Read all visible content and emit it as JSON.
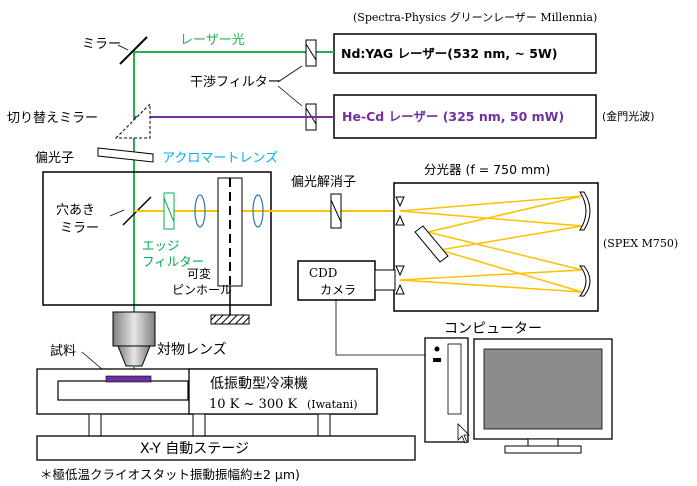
{
  "labels": {
    "spectra_header": "(Spectra-Physics グリーンレーザー Millennia)",
    "mirror_top": "ミラー",
    "laser_light": "レーザー光",
    "nd_yag": "Nd:YAG レーザー(532 nm, ~ 5W)",
    "interference_filter": "干渉フィルター",
    "switch_mirror": "切り替えミラー",
    "he_cd": "He-Cd レーザー (325 nm, 50 mW)",
    "kinmon": "(金門光波)",
    "polarizer": "偏光子",
    "achromat_lens": "アクロマートレンズ",
    "depolarizer": "偏光解消子",
    "spectrometer": "分光器 (f = 750 mm)",
    "spex": "(SPEX M750)",
    "pierced_mirror_1": "穴あき",
    "pierced_mirror_2": "ミラー",
    "edge_filter_1": "エッジ",
    "edge_filter_2": "フィルター",
    "pinhole_1": "可変",
    "pinhole_2": "ピンホール",
    "ccd": "CDD",
    "camera": "カメラ",
    "computer": "コンピューター",
    "sample": "試料",
    "objective": "対物レンズ",
    "cryostat": "低振動型冷凍機",
    "temp_range": "10 K ~ 300 K",
    "iwatani": "(Iwatani)",
    "stage": "X-Y 自動ステージ",
    "footnote": "＊極低温クライオスタット振動振幅約±2 μm)"
  },
  "colors": {
    "green_beam": "#22b14c",
    "violet_beam": "#7030a0",
    "yellow_beam": "#ffc000",
    "cyan_label": "#00b0f0",
    "green_label": "#00b050",
    "violet_label": "#7030a0",
    "outline": "#000000",
    "lens_blue": "#2e75b6",
    "monitor_gray": "#8c8c8c",
    "sample_purple": "#7030a0"
  }
}
